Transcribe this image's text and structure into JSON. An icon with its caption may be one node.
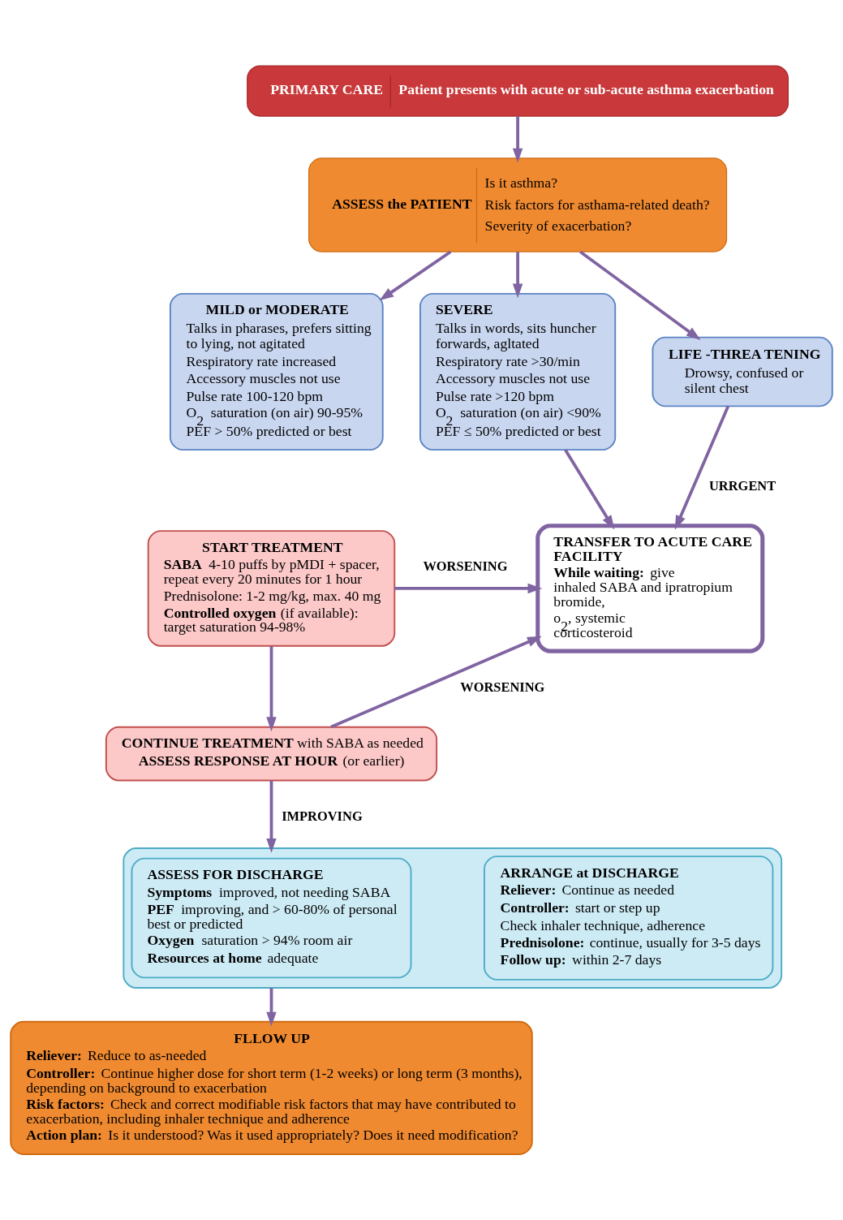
{
  "diagram": {
    "nodes": [
      {
        "text": [
          "PRIMARY CARE",
          "Patient presents with acute or sub-acute asthma exacerbation"
        ]
      },
      {
        "text": [
          "ASSESS the PATIENT",
          "Is it asthma?",
          "Risk factors for asthama-related death?",
          "Severity of exacerbation?"
        ]
      },
      {
        "text": [
          "MILD or MODERATE",
          "Talks in pharases, prefers sitting to lying, not agitated",
          "Respiratory rate increased",
          "Accessory muscles not use",
          "Pulse rate 100-120 bpm",
          "O$_{2}$ saturation (on air) 90-95%",
          "PEF > 50% predicted or best"
        ]
      },
      {
        "text": [
          "SEVERE",
          "Talks in words, sits huncher forwards, agltated",
          "Respiratory rate >30/min",
          "Accessory muscles not use",
          "Pulse rate >120 bpm",
          "O$_{2}$ saturation (on air) <90%",
          "PEF ≤ 50% predicted or best"
        ]
      },
      {
        "text": [
          "LIFE -THREA TENING",
          "Drowsy, confused or silent chest"
        ]
      },
      {
        "text": [
          "START TREATMENT",
          "**SABA** 4-10 puffs by pMDI + spacer, repeat every 20 minutes for 1 hour",
          "Prednisolone: 1-2 mg/kg, max. 40 mg",
          "**Controlled oxygen** (if available): target saturation 94-98%"
        ]
      },
      {
        "text": [
          "TRANSFER TO ACUTE CARE FACILITY",
          "**While waiting:** give inhaled SABA and ipratropium bromide,",
          "o$_{2}$, systemic corticosteroid"
        ]
      },
      {
        "text": [
          "**CONTINUE TREATMENT** with SABA as needed",
          "**ASSESS RESPONSE AT HOUR** (or earlier)"
        ]
      },
      {
        "text": [],
        "shape": "box"
      },
      {
        "text": [
          "ASSESS FOR DISCHARGE",
          "**Symptoms** improved, not needing SABA",
          "**PEF** improving, and > 60-80% of personal best or predicted",
          "**Oxygen** saturation > 94% room air",
          "**Resources at home** adequate"
        ],
        "in": 8
      },
      {
        "text": [
          "ARRANGE at DISCHARGE",
          "**Reliever:** Continue as needed",
          "**Controller:** start or step up",
          "Check inhaler technique, adherence",
          "**Prednisolone:** continue, usually for 3-5 days",
          "**Follow up:** within 2-7 days"
        ],
        "in": 8
      },
      {
        "text": [
          "FLLOW UP",
          "**Reliever:** Reduce to as-needed",
          "**Controller:** Continue higher dose for short term (1-2 weeks) or long term (3 months), depending on background to exacerbation",
          "**Risk factors:** Check and correct modifiable risk factors that may have contributed to exacerbation, including inhaler technique and adherence",
          "**Action plan:** Is it understood? Was it used appropriately? Does it need modification?"
        ]
      }
    ],
    "edges": [
      {
        "from": 0,
        "to": 1,
        "arrow": "to"
      },
      {
        "from": 1,
        "to": 2,
        "arrow": "to"
      },
      {
        "from": 1,
        "to": 3,
        "arrow": "to"
      },
      {
        "from": 1,
        "to": 4,
        "arrow": "to"
      },
      {
        "from": 3,
        "to": 6,
        "arrow": "to"
      },
      {
        "from": 4,
        "to": 6,
        "arrow": "to",
        "label": "URRGENT"
      },
      {
        "from": 5,
        "to": 6,
        "arrow": "to",
        "label": "WORSENING"
      },
      {
        "from": 5,
        "to": 7,
        "arrow": "to"
      },
      {
        "from": 7,
        "to": 6,
        "arrow": "to",
        "label": "WORSENING"
      },
      {
        "from": 7,
        "to": 8,
        "arrow": "to",
        "label": "IMPROVING"
      },
      {
        "from": 8,
        "to": 11,
        "arrow": "to"
      }
    ]
  }
}
